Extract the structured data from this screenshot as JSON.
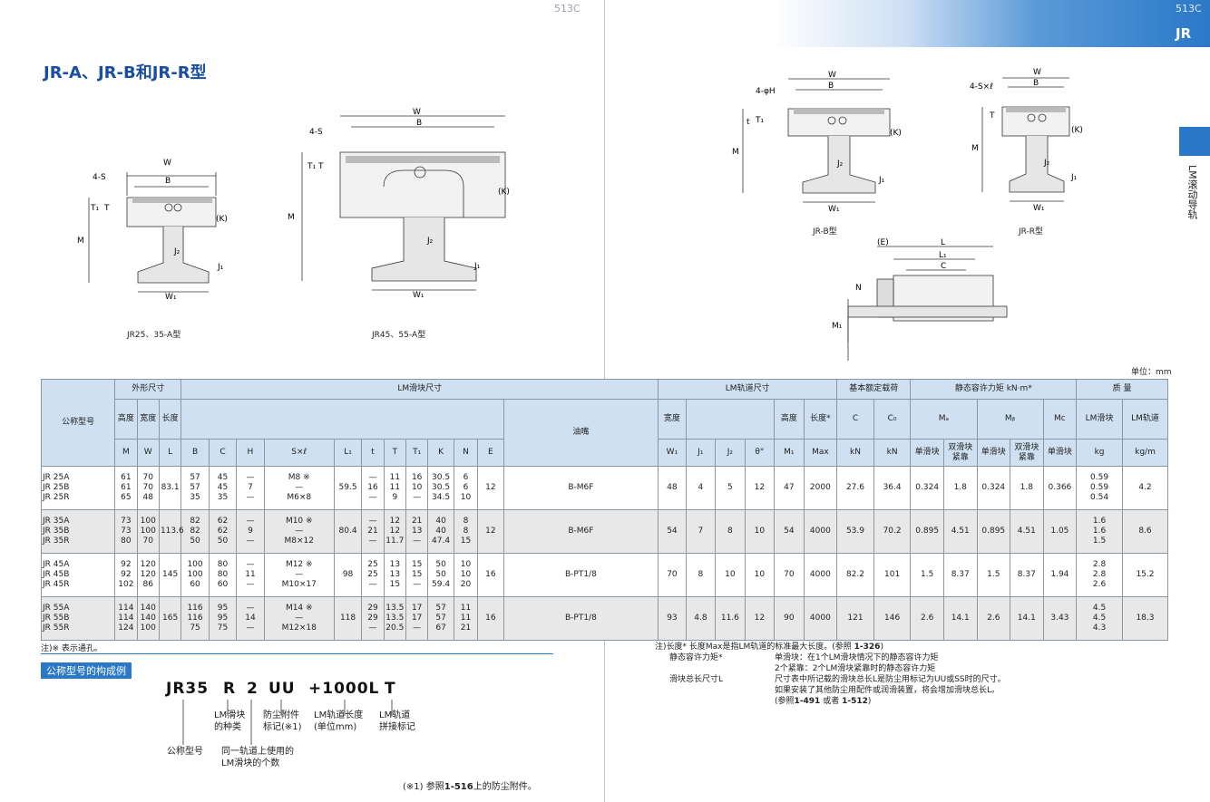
{
  "page": {
    "left_num": "513C",
    "right_num": "513C",
    "jr_tag": "JR",
    "side_text": "LM滚动导轨",
    "unit": "单位：mm"
  },
  "title": "JR-A、JR-B和JR-R型",
  "captions": {
    "c1": "JR25、35-A型",
    "c2": "JR45、55-A型",
    "c3": "JR-B型",
    "c4": "JR-R型"
  },
  "dims": {
    "W": "W",
    "B": "B",
    "S4": "4-S",
    "T1": "T₁",
    "T": "T",
    "K": "(K)",
    "M": "M",
    "J2": "J₂",
    "J1": "J₁",
    "W1": "W₁",
    "phiH": "4-φH",
    "t": "t",
    "Sxl": "4-S×ℓ",
    "E": "(E)",
    "L": "L",
    "L1": "L₁",
    "C": "C",
    "N": "N",
    "M1": "M₁"
  },
  "table": {
    "h1": [
      "公称型号",
      "外形尺寸",
      "LM滑块尺寸",
      "LM轨道尺寸",
      "基本额定载荷",
      "静态容许力矩 kN·m*",
      "质 量"
    ],
    "h2": [
      "高度",
      "宽度",
      "长度",
      "油嘴",
      "宽度",
      "高度",
      "长度*",
      "C",
      "C₀",
      "Mₐ",
      "Mᵦ",
      "Mc",
      "LM滑块",
      "LM轨道"
    ],
    "h3": [
      "M",
      "W",
      "L",
      "B",
      "C",
      "H",
      "S×ℓ",
      "L₁",
      "t",
      "T",
      "T₁",
      "K",
      "N",
      "E",
      "W₁",
      "J₁",
      "J₂",
      "θ°",
      "M₁",
      "Max",
      "kN",
      "kN",
      "单滑块",
      "双滑块紧靠",
      "单滑块",
      "双滑块紧靠",
      "单滑块",
      "kg",
      "kg/m"
    ],
    "rows": [
      {
        "model": "JR 25A\nJR 25B\nJR 25R",
        "M": "61\n61\n65",
        "W": "70\n70\n48",
        "L": "83.1",
        "B": "57\n57\n35",
        "C": "45\n45\n35",
        "H": "—\n7\n—",
        "S": "M8 ※\n—\nM6×8",
        "L1": "59.5",
        "t": "—\n16\n—",
        "T": "11\n11\n9",
        "T1": "16\n10\n—",
        "K": "30.5\n30.5\n34.5",
        "N": "6\n6\n10",
        "E": "12",
        "nip": "B-M6F",
        "W1": "48",
        "J1": "4",
        "J2": "5",
        "th": "12",
        "M1": "47",
        "Max": "2000",
        "Cv": "27.6",
        "C0": "36.4",
        "MA1": "0.324",
        "MA2": "1.8",
        "MB1": "0.324",
        "MB2": "1.8",
        "MC": "0.366",
        "mb": "0.59\n0.59\n0.54",
        "mr": "4.2"
      },
      {
        "model": "JR 35A\nJR 35B\nJR 35R",
        "M": "73\n73\n80",
        "W": "100\n100\n70",
        "L": "113.6",
        "B": "82\n82\n50",
        "C": "62\n62\n50",
        "H": "—\n9\n—",
        "S": "M10 ※\n—\nM8×12",
        "L1": "80.4",
        "t": "—\n21\n—",
        "T": "12\n12\n11.7",
        "T1": "21\n13\n—",
        "K": "40\n40\n47.4",
        "N": "8\n8\n15",
        "E": "12",
        "nip": "B-M6F",
        "W1": "54",
        "J1": "7",
        "J2": "8",
        "th": "10",
        "M1": "54",
        "Max": "4000",
        "Cv": "53.9",
        "C0": "70.2",
        "MA1": "0.895",
        "MA2": "4.51",
        "MB1": "0.895",
        "MB2": "4.51",
        "MC": "1.05",
        "mb": "1.6\n1.6\n1.5",
        "mr": "8.6"
      },
      {
        "model": "JR 45A\nJR 45B\nJR 45R",
        "M": "92\n92\n102",
        "W": "120\n120\n86",
        "L": "145",
        "B": "100\n100\n60",
        "C": "80\n80\n60",
        "H": "—\n11\n—",
        "S": "M12 ※\n—\nM10×17",
        "L1": "98",
        "t": "25\n25\n—",
        "T": "13\n13\n15",
        "T1": "15\n15\n—",
        "K": "50\n50\n59.4",
        "N": "10\n10\n20",
        "E": "16",
        "nip": "B-PT1/8",
        "W1": "70",
        "J1": "8",
        "J2": "10",
        "th": "10",
        "M1": "70",
        "Max": "4000",
        "Cv": "82.2",
        "C0": "101",
        "MA1": "1.5",
        "MA2": "8.37",
        "MB1": "1.5",
        "MB2": "8.37",
        "MC": "1.94",
        "mb": "2.8\n2.8\n2.6",
        "mr": "15.2"
      },
      {
        "model": "JR 55A\nJR 55B\nJR 55R",
        "M": "114\n114\n124",
        "W": "140\n140\n100",
        "L": "165",
        "B": "116\n116\n75",
        "C": "95\n95\n75",
        "H": "—\n14\n—",
        "S": "M14 ※\n—\nM12×18",
        "L1": "118",
        "t": "29\n29\n—",
        "T": "13.5\n13.5\n20.5",
        "T1": "17\n17\n—",
        "K": "57\n57\n67",
        "N": "11\n11\n21",
        "E": "16",
        "nip": "B-PT1/8",
        "W1": "93",
        "J1": "4.8",
        "J2": "11.6",
        "th": "12",
        "M1": "90",
        "Max": "4000",
        "Cv": "121",
        "C0": "146",
        "MA1": "2.6",
        "MA2": "14.1",
        "MB1": "2.6",
        "MB2": "14.1",
        "MC": "3.43",
        "mb": "4.5\n4.5\n4.3",
        "mr": "18.3"
      }
    ]
  },
  "notes_left": "注)※ 表示通孔。",
  "model_section": {
    "label": "公称型号的构成例",
    "parts": [
      "JR35",
      "R",
      "2",
      "UU",
      "+1000L",
      "T"
    ],
    "desc_R": "LM滑块\n的种类",
    "desc_UU": "防尘附件\n标记(※1)",
    "desc_L": "LM轨道长度\n(单位mm)",
    "desc_T": "LM轨道\n拼接标记",
    "desc_model": "公称型号",
    "desc_2": "同一轨道上使用的\nLM滑块的个数",
    "footnote_a": "(※1) 参照",
    "footnote_ref": "1-516",
    "footnote_b": "上的防尘附件。"
  },
  "notes_right": {
    "line1a": "注)长度*  长度Max是指LM轨道的标准最大长度。(参照",
    "line1ref": "1-326",
    "line1b": ")",
    "k1": "静态容许力矩*",
    "v1": "单滑块：在1个LM滑块情况下的静态容许力矩",
    "v1b": "2个紧靠：2个LM滑块紧靠时的静态容许力矩",
    "k2": "滑块总长尺寸L",
    "v2": "尺寸表中所记载的滑块总长L是防尘用标记为UU或SS时的尺寸。",
    "v2b": "如果安装了其他防尘用配件或润滑装置，将会增加滑块总长L。",
    "v2c_a": "(参照",
    "ref_a": "1-491",
    "v2c_mid": "或者",
    "ref_b": "1-512",
    "v2c_b": ")"
  }
}
